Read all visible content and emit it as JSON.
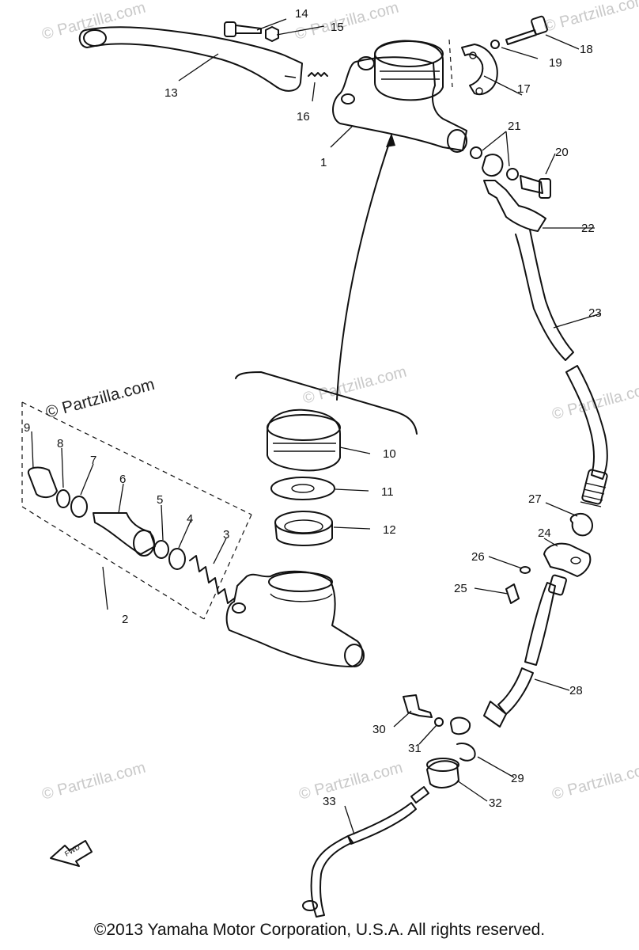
{
  "watermarks": {
    "brand": "© Partzilla.com",
    "header_brand": "© Partzilla.com"
  },
  "fwd_label": "FWD",
  "copyright": "©2013  Yamaha Motor Corporation, U.S.A. All rights reserved.",
  "callouts": {
    "c1": "1",
    "c2": "2",
    "c3": "3",
    "c4": "4",
    "c5": "5",
    "c6": "6",
    "c7": "7",
    "c8": "8",
    "c9": "9",
    "c10": "10",
    "c11": "11",
    "c12": "12",
    "c13": "13",
    "c14": "14",
    "c15": "15",
    "c16": "16",
    "c17": "17",
    "c18": "18",
    "c19": "19",
    "c20": "20",
    "c21": "21",
    "c22": "22",
    "c23": "23",
    "c24": "24",
    "c25": "25",
    "c26": "26",
    "c27": "27",
    "c28": "28",
    "c29": "29",
    "c30": "30",
    "c31": "31",
    "c32": "32",
    "c33": "33"
  }
}
